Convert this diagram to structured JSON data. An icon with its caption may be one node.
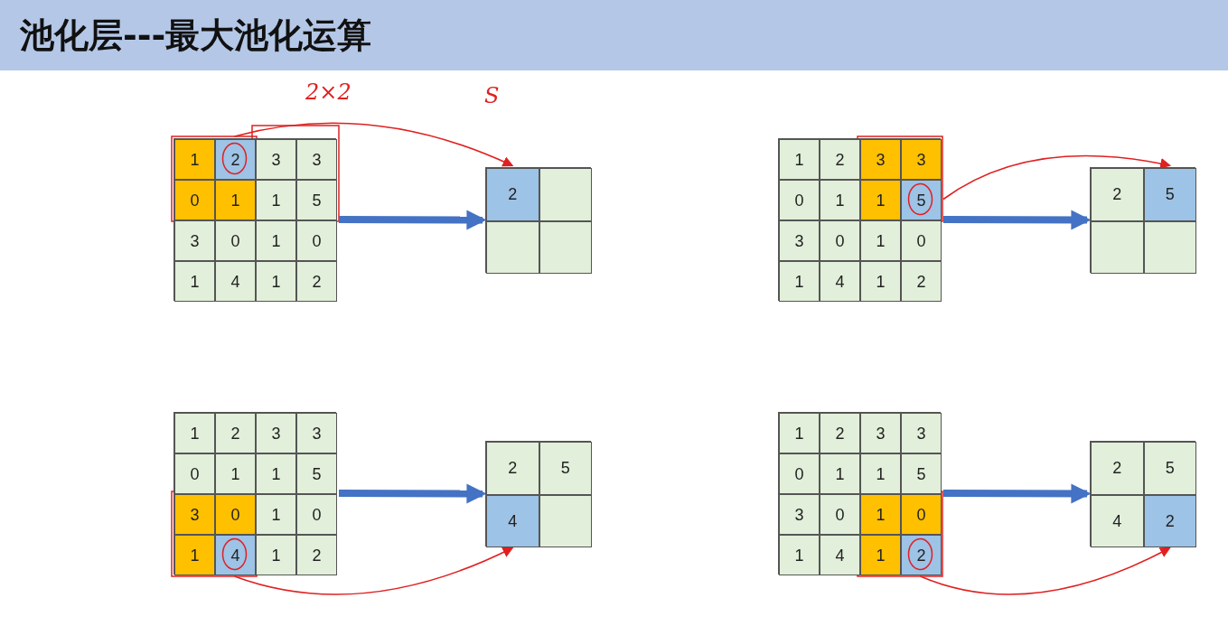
{
  "diagram": {
    "title": "池化层---最大池化运算",
    "nodes": [
      {
        "text": [],
        "shape": "box"
      },
      {
        "text": [
          "1"
        ],
        "in": 0
      },
      {
        "text": [
          "2"
        ],
        "in": 0
      },
      {
        "text": [
          "3"
        ],
        "in": 0
      },
      {
        "text": [
          "3"
        ],
        "in": 0
      },
      {
        "text": [
          "0"
        ],
        "in": 0
      },
      {
        "text": [
          "1"
        ],
        "in": 0
      },
      {
        "text": [
          "1"
        ],
        "in": 0
      },
      {
        "text": [
          "5"
        ],
        "in": 0
      },
      {
        "text": [
          "3"
        ],
        "in": 0
      },
      {
        "text": [
          "0"
        ],
        "in": 0
      },
      {
        "text": [
          "1"
        ],
        "in": 0
      },
      {
        "text": [
          "0"
        ],
        "in": 0
      },
      {
        "text": [
          "1"
        ],
        "in": 0
      },
      {
        "text": [
          "4"
        ],
        "in": 0
      },
      {
        "text": [
          "1"
        ],
        "in": 0
      },
      {
        "text": [
          "2"
        ],
        "in": 0
      },
      {
        "text": [],
        "shape": "box"
      },
      {
        "text": [
          "2"
        ],
        "in": 17
      },
      {
        "text": [],
        "shape": "box",
        "in": 17
      },
      {
        "text": [],
        "shape": "box",
        "in": 17
      },
      {
        "text": [],
        "shape": "box",
        "in": 17
      },
      {
        "text": [],
        "shape": "box"
      },
      {
        "text": [
          "1"
        ],
        "in": 22
      },
      {
        "text": [
          "2"
        ],
        "in": 22
      },
      {
        "text": [
          "3"
        ],
        "in": 22
      },
      {
        "text": [
          "3"
        ],
        "in": 22
      },
      {
        "text": [
          "0"
        ],
        "in": 22
      },
      {
        "text": [
          "1"
        ],
        "in": 22
      },
      {
        "text": [
          "1"
        ],
        "in": 22
      },
      {
        "text": [
          "5"
        ],
        "in": 22
      },
      {
        "text": [
          "3"
        ],
        "in": 22
      },
      {
        "text": [
          "0"
        ],
        "in": 22
      },
      {
        "text": [
          "1"
        ],
        "in": 22
      },
      {
        "text": [
          "0"
        ],
        "in": 22
      },
      {
        "text": [
          "1"
        ],
        "in": 22
      },
      {
        "text": [
          "4"
        ],
        "in": 22
      },
      {
        "text": [
          "1"
        ],
        "in": 22
      },
      {
        "text": [
          "2"
        ],
        "in": 22
      },
      {
        "text": [],
        "shape": "box"
      },
      {
        "text": [
          "2"
        ],
        "in": 39
      },
      {
        "text": [
          "5"
        ],
        "in": 39
      },
      {
        "text": [],
        "shape": "box",
        "in": 39
      },
      {
        "text": [],
        "shape": "box",
        "in": 39
      },
      {
        "text": [],
        "shape": "box"
      },
      {
        "text": [
          "1"
        ],
        "in": 44
      },
      {
        "text": [
          "2"
        ],
        "in": 44
      },
      {
        "text": [
          "3"
        ],
        "in": 44
      },
      {
        "text": [
          "3"
        ],
        "in": 44
      },
      {
        "text": [
          "0"
        ],
        "in": 44
      },
      {
        "text": [
          "1"
        ],
        "in": 44
      },
      {
        "text": [
          "1"
        ],
        "in": 44
      },
      {
        "text": [
          "5"
        ],
        "in": 44
      },
      {
        "text": [
          "3"
        ],
        "in": 44
      },
      {
        "text": [
          "0"
        ],
        "in": 44
      },
      {
        "text": [
          "1"
        ],
        "in": 44
      },
      {
        "text": [
          "0"
        ],
        "in": 44
      },
      {
        "text": [
          "1"
        ],
        "in": 44
      },
      {
        "text": [
          "4"
        ],
        "in": 44
      },
      {
        "text": [
          "1"
        ],
        "in": 44
      },
      {
        "text": [
          "2"
        ],
        "in": 44
      },
      {
        "text": [],
        "shape": "box"
      },
      {
        "text": [
          "2"
        ],
        "in": 61
      },
      {
        "text": [
          "5"
        ],
        "in": 61
      },
      {
        "text": [
          "4"
        ],
        "in": 61
      },
      {
        "text": [],
        "shape": "box",
        "in": 61
      },
      {
        "text": [],
        "shape": "box"
      },
      {
        "text": [
          "1"
        ],
        "in": 66
      },
      {
        "text": [
          "2"
        ],
        "in": 66
      },
      {
        "text": [
          "3"
        ],
        "in": 66
      },
      {
        "text": [
          "3"
        ],
        "in": 66
      },
      {
        "text": [
          "0"
        ],
        "in": 66
      },
      {
        "text": [
          "1"
        ],
        "in": 66
      },
      {
        "text": [
          "1"
        ],
        "in": 66
      },
      {
        "text": [
          "5"
        ],
        "in": 66
      },
      {
        "text": [
          "3"
        ],
        "in": 66
      },
      {
        "text": [
          "0"
        ],
        "in": 66
      },
      {
        "text": [
          "1"
        ],
        "in": 66
      },
      {
        "text": [
          "0"
        ],
        "in": 66
      },
      {
        "text": [
          "1"
        ],
        "in": 66
      },
      {
        "text": [
          "4"
        ],
        "in": 66
      },
      {
        "text": [
          "1"
        ],
        "in": 66
      },
      {
        "text": [
          "2"
        ],
        "in": 66
      },
      {
        "text": [],
        "shape": "box"
      },
      {
        "text": [
          "2"
        ],
        "in": 83
      },
      {
        "text": [
          "5"
        ],
        "in": 83
      },
      {
        "text": [
          "4"
        ],
        "in": 83
      },
      {
        "text": [
          "2"
        ],
        "in": 83
      }
    ],
    "edges": [
      {
        "from": 0,
        "to": 17,
        "arrow": "to",
        "style": "thick",
        "color": "#4472c4"
      },
      {
        "from": 2,
        "to": 18,
        "arrow": "to",
        "color": "#e02020"
      },
      {
        "from": 22,
        "to": 39,
        "arrow": "to",
        "style": "thick",
        "color": "#4472c4"
      },
      {
        "from": 30,
        "to": 41,
        "arrow": "to",
        "color": "#e02020"
      },
      {
        "from": 44,
        "to": 61,
        "arrow": "to",
        "style": "thick",
        "color": "#4472c4"
      },
      {
        "from": 58,
        "to": 64,
        "arrow": "to",
        "color": "#e02020"
      },
      {
        "from": 66,
        "to": 83,
        "arrow": "to",
        "style": "thick",
        "color": "#4472c4"
      },
      {
        "from": 82,
        "to": 87,
        "arrow": "to",
        "color": "#e02020"
      }
    ],
    "labels": [
      "2×2",
      "S"
    ]
  }
}
